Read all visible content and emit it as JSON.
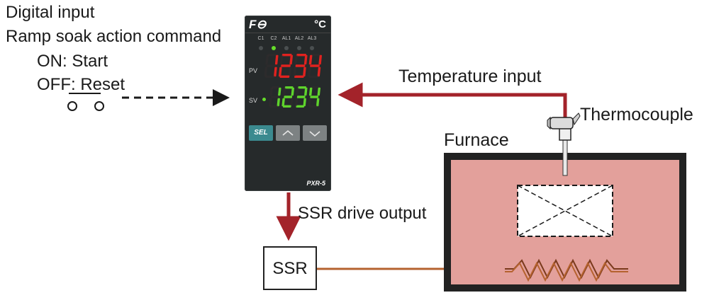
{
  "digital_input": {
    "title": "Digital input",
    "subtitle": "Ramp soak action command",
    "on_label": "ON:  Start",
    "off_label": "OFF:  Reset"
  },
  "labels": {
    "temperature_input": "Temperature input",
    "thermocouple": "Thermocouple",
    "furnace": "Furnace",
    "ssr_drive_output": "SSR drive output",
    "ssr": "SSR"
  },
  "controller": {
    "brand": "F⊖",
    "unit": "°C",
    "indicators": [
      "C1",
      "C2",
      "AL1",
      "AL2",
      "AL3"
    ],
    "active_indicator": "C2",
    "pv_label": "PV",
    "sv_label": "SV",
    "pv_value": "1234",
    "sv_value": "1234",
    "sel_label": "SEL",
    "model": "PXR-5"
  },
  "colors": {
    "signal_arrow": "#a3232a",
    "heater_line": "#b5622f",
    "pv_digits": "#e0221f",
    "sv_digits": "#5fd42c",
    "furnace_fill": "#e3a09b"
  }
}
